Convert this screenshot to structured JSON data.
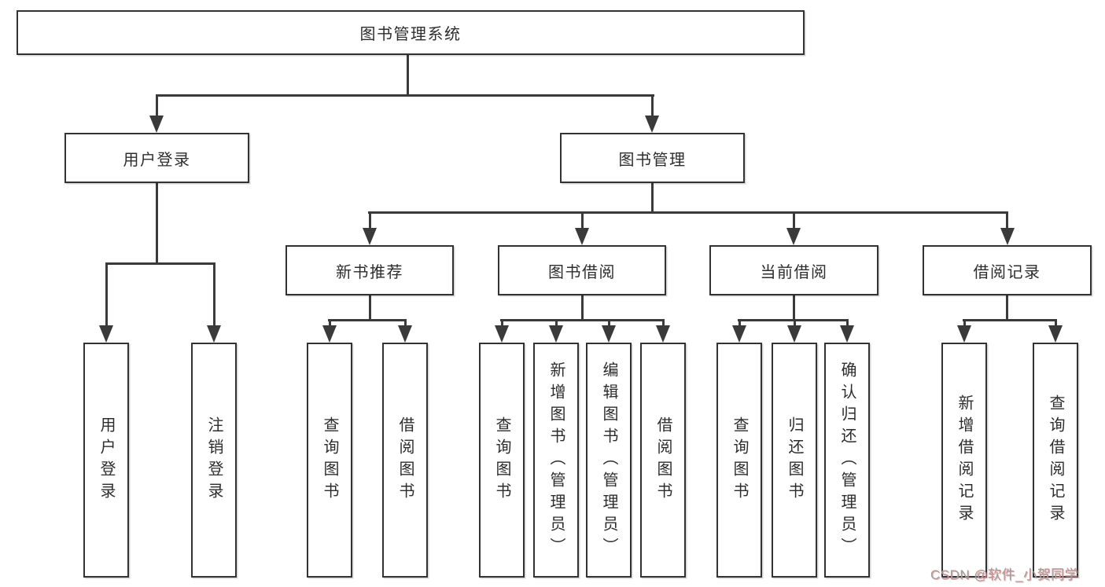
{
  "tree": {
    "label": "图书管理系统",
    "children": [
      {
        "label": "用户登录",
        "children": [
          {
            "label": "用户登录"
          },
          {
            "label": "注销登录"
          }
        ]
      },
      {
        "label": "图书管理",
        "children": [
          {
            "label": "新书推荐",
            "children": [
              {
                "label": "查询图书"
              },
              {
                "label": "借阅图书"
              }
            ]
          },
          {
            "label": "图书借阅",
            "children": [
              {
                "label": "查询图书"
              },
              {
                "label": "新增图书（管理员）"
              },
              {
                "label": "编辑图书（管理员）"
              },
              {
                "label": "借阅图书"
              }
            ]
          },
          {
            "label": "当前借阅",
            "children": [
              {
                "label": "查询图书"
              },
              {
                "label": "归还图书"
              },
              {
                "label": "确认归还（管理员）"
              }
            ]
          },
          {
            "label": "借阅记录",
            "children": [
              {
                "label": "新增借阅记录"
              },
              {
                "label": "查询借阅记录"
              }
            ]
          }
        ]
      }
    ]
  },
  "watermark": {
    "text": "CSDN @软件_小贺同学"
  },
  "colors": {
    "background": "#ffffff",
    "box_border": "#333333",
    "line": "#3a3a3a",
    "text": "#2d2d2d",
    "watermark_gray": "#9f9f9f",
    "watermark_red": "#f47070"
  }
}
